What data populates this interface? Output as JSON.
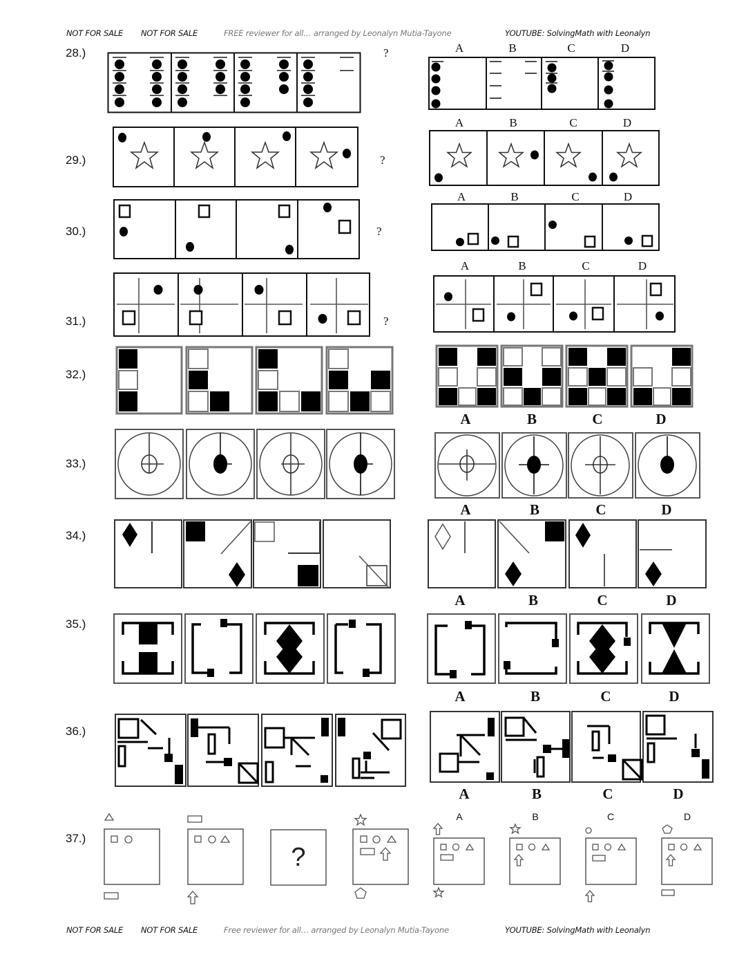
{
  "header": {
    "left1": "NOT FOR SALE",
    "left2": "NOT FOR SALE",
    "center": "FREE reviewer for all… arranged by Leonalyn Mutia-Tayone",
    "right": "YOUTUBE: SolvingMath with Leonalyn"
  },
  "footer": {
    "left1": "NOT FOR SALE",
    "left2": "NOT FOR SALE",
    "center": "Free reviewer for all… arranged by Leonalyn Mutia-Tayone",
    "right": "YOUTUBE: SolvingMath with Leonalyn"
  },
  "questions": [
    {
      "number": "28.)",
      "question_mark": "?",
      "option_labels": [
        "A",
        "B",
        "C",
        "D"
      ]
    },
    {
      "number": "29.)",
      "question_mark": "?",
      "option_labels": [
        "A",
        "B",
        "C",
        "D"
      ]
    },
    {
      "number": "30.)",
      "question_mark": "?",
      "option_labels": [
        "A",
        "B",
        "C",
        "D"
      ]
    },
    {
      "number": "31.)",
      "question_mark": "?",
      "option_labels": [
        "A",
        "B",
        "C",
        "D"
      ]
    },
    {
      "number": "32.)",
      "option_labels": [
        "A",
        "B",
        "C",
        "D"
      ]
    },
    {
      "number": "33.)",
      "option_labels": [
        "A",
        "B",
        "C",
        "D"
      ]
    },
    {
      "number": "34.)",
      "option_labels": [
        "A",
        "B",
        "C",
        "D"
      ]
    },
    {
      "number": "35.)",
      "option_labels": [
        "A",
        "B",
        "C",
        "D"
      ]
    },
    {
      "number": "36.)",
      "option_labels": [
        "A",
        "B",
        "C",
        "D"
      ]
    },
    {
      "number": "37.)",
      "missing_box": "?",
      "option_labels": [
        "A",
        "B",
        "C",
        "D"
      ]
    }
  ]
}
